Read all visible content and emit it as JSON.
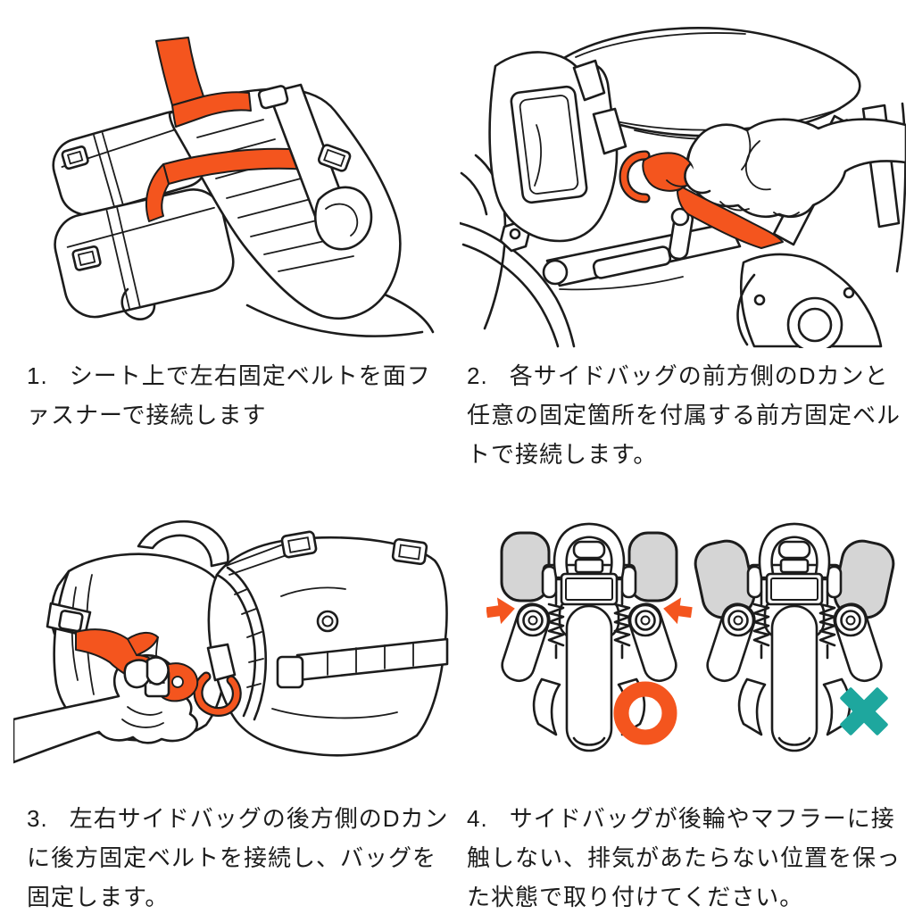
{
  "document": {
    "type": "product-instruction-sheet",
    "language": "ja",
    "background": "#ffffff"
  },
  "colors": {
    "line_art": "#1c1c1c",
    "accent_orange": "#f4551e",
    "accent_teal": "#1ea79e",
    "bag_gray": "#d5d5d5",
    "text": "#1c1c1c"
  },
  "steps": [
    {
      "number": "1.",
      "text": "シート上で左右固定ベルトを面ファスナーで接続します",
      "illustration": "side-bags-draped-over-seat-with-orange-hook-and-loop-strap"
    },
    {
      "number": "2.",
      "text": "各サイドバッグの前方側のDカンと任意の固定箇所を付属する前方固定ベルトで接続します。",
      "illustration": "hand-threading-orange-front-strap-through-front-d-ring"
    },
    {
      "number": "3.",
      "text": "左右サイドバッグの後方側のDカンに後方固定ベルトを接続し、バッグを固定します。",
      "illustration": "hand-connecting-orange-rear-strap-to-rear-d-ring"
    },
    {
      "number": "4.",
      "text": "サイドバッグが後輪やマフラーに接触しない、排気があたらない位置を保った状態で取り付けてください。",
      "illustration": "rear-views-correct-clearance-vs-bags-touching-mufflers",
      "correct_mark": "○",
      "incorrect_mark": "×"
    }
  ]
}
